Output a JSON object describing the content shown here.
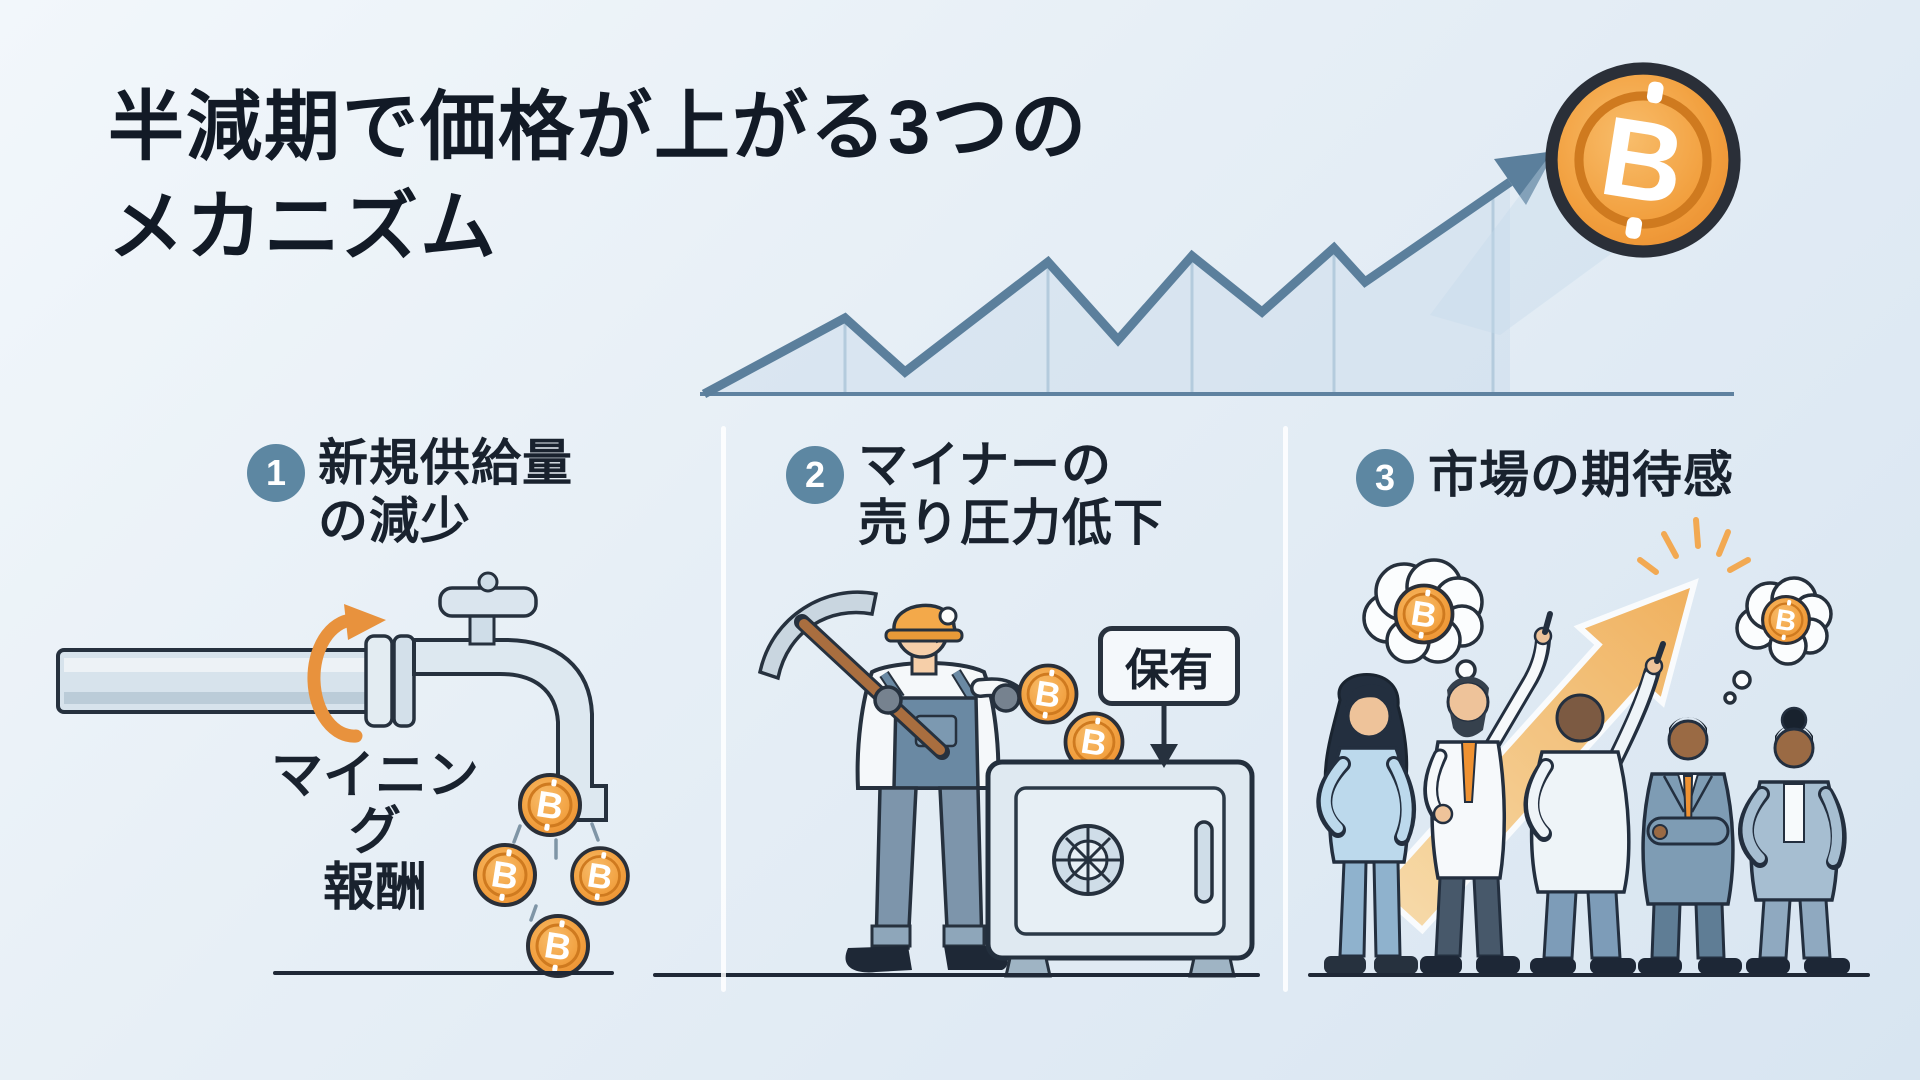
{
  "meta": {
    "type": "infographic",
    "language": "ja",
    "topic": "bitcoin-halving"
  },
  "colors": {
    "background_top": "#f2f7fb",
    "background_bottom": "#d8e5f1",
    "chart_blue": "#5b7f9c",
    "badge_blue": "#5d87a2",
    "accent_orange": "#e8923d",
    "coin_orange": "#f2a03f",
    "text_dark": "#19222e"
  },
  "title": {
    "line1": "半減期で価格が上がる3つの",
    "line2": "メカニズム"
  },
  "bitcoin": {
    "symbol": "₿",
    "symbol_display": "B"
  },
  "decorative_chart": {
    "type": "line",
    "trend": "rising zigzag price line with arrow pointing to bitcoin coin",
    "gridlines": true,
    "color": "#5b7f9c"
  },
  "sections": [
    {
      "number": "1",
      "heading": [
        "新規供給量",
        "の減少"
      ],
      "illustration": "bitcoin-dripping-faucet",
      "caption": [
        "マイニング",
        "報酬"
      ]
    },
    {
      "number": "2",
      "heading": [
        "マイナーの",
        "売り圧力低下"
      ],
      "illustration": "miner-storing-bitcoin-in-safe",
      "tag": "保有"
    },
    {
      "number": "3",
      "heading": [
        "市場の期待感"
      ],
      "illustration": "crowd-pointing-at-rising-arrow"
    }
  ]
}
